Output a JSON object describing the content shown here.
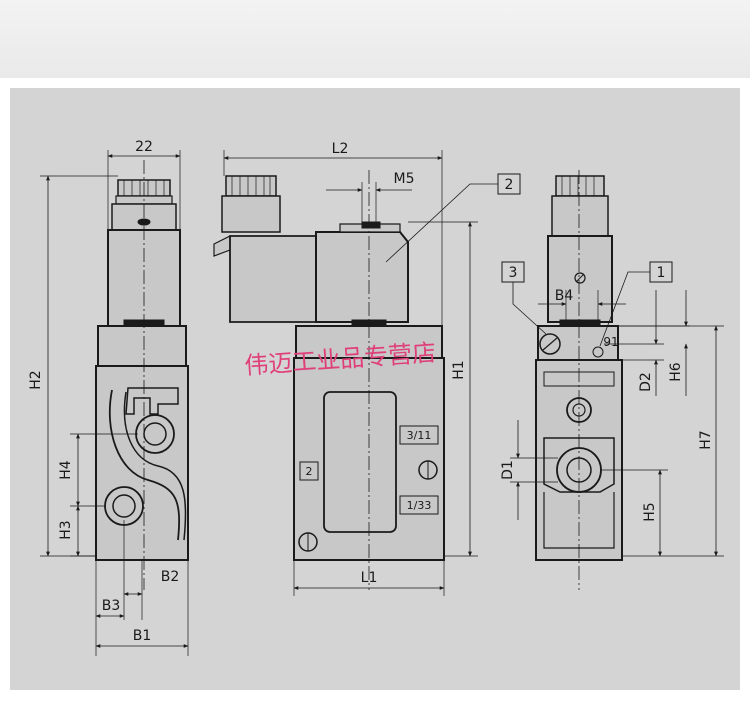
{
  "labels": {
    "d22": "22",
    "L2": "L2",
    "M5": "M5",
    "H2": "H2",
    "H1": "H1",
    "H4": "H4",
    "H3": "H3",
    "B2": "B2",
    "B3": "B3",
    "B1": "B1",
    "L1": "L1",
    "B4": "B4",
    "D2": "D2",
    "H6": "H6",
    "H7": "H7",
    "D1": "D1",
    "H5": "H5",
    "ang91": "91"
  },
  "callouts": {
    "c1": "1",
    "c2": "2",
    "c3": "3"
  },
  "ports": {
    "p311": "3/11",
    "p2": "2",
    "p133": "1/33"
  },
  "watermark": "伟迈工业品专营店"
}
